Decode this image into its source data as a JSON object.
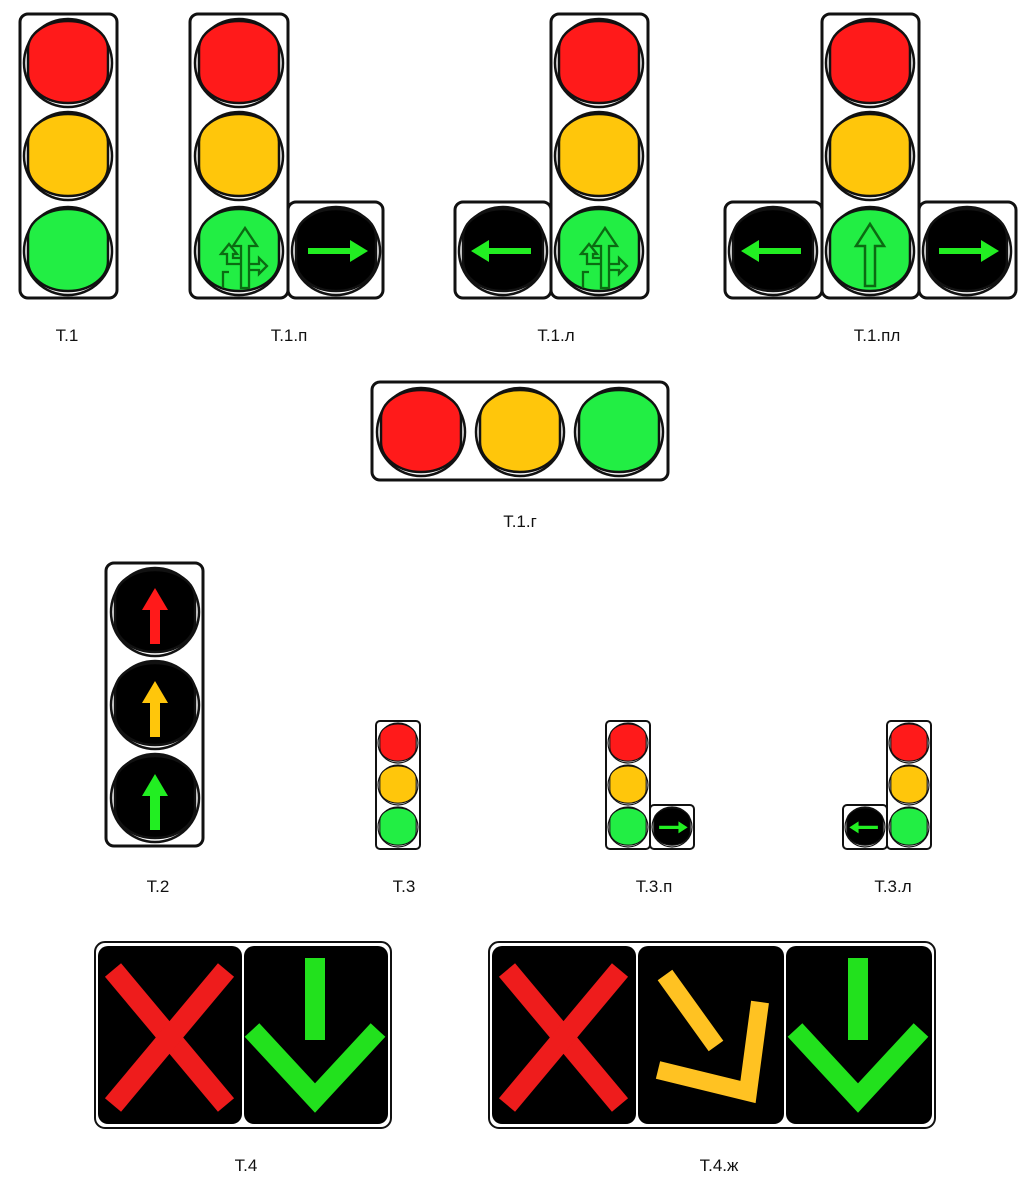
{
  "colors": {
    "red": "#ff1a1a",
    "yellow": "#ffc60b",
    "green": "#22ee44",
    "arrow_green": "#22ee22",
    "unlit": "#000000",
    "housing_outline": "#111111",
    "reversible_panel": "#000000",
    "reversible_red": "#ee1c1c",
    "reversible_yellow": "#ffc222",
    "reversible_green": "#22e11d"
  },
  "signals": [
    {
      "id": "t1",
      "label": "Т.1",
      "lamps": [
        "red round",
        "yellow round",
        "green round"
      ]
    },
    {
      "id": "t1p",
      "label": "Т.1.п",
      "lamps": [
        "red round",
        "yellow round",
        "green straight / left-turn / right-turn arrows"
      ],
      "extra_sections": [
        "right arrow (green on black)"
      ]
    },
    {
      "id": "t1l",
      "label": "Т.1.л",
      "lamps": [
        "red round",
        "yellow round",
        "green straight / left-turn / right-turn arrows"
      ],
      "extra_sections": [
        "left arrow (green on black)"
      ]
    },
    {
      "id": "t1pl",
      "label": "Т.1.пл",
      "lamps": [
        "red round",
        "yellow round",
        "green straight arrow"
      ],
      "extra_sections": [
        "left arrow (green on black)",
        "right arrow (green on black)"
      ]
    },
    {
      "id": "t1g",
      "label": "Т.1.г",
      "orientation": "horizontal",
      "lamps": [
        "red round",
        "yellow round",
        "green round"
      ]
    },
    {
      "id": "t2",
      "label": "Т.2",
      "lamps": [
        "red up arrow",
        "yellow up arrow",
        "green up arrow"
      ]
    },
    {
      "id": "t3",
      "label": "Т.3",
      "lamps": [
        "red round",
        "yellow round",
        "green round"
      ]
    },
    {
      "id": "t3p",
      "label": "Т.3.п",
      "lamps": [
        "red round",
        "yellow round",
        "green round"
      ],
      "extra_sections": [
        "right arrow (green on black)"
      ]
    },
    {
      "id": "t3l",
      "label": "Т.3.л",
      "lamps": [
        "red round",
        "yellow round",
        "green round"
      ],
      "extra_sections": [
        "left arrow (green on black)"
      ]
    },
    {
      "id": "t4",
      "label": "Т.4",
      "type": "reversible",
      "panels": [
        "red X",
        "green down arrow"
      ]
    },
    {
      "id": "t4zh",
      "label": "Т.4.ж",
      "type": "reversible",
      "panels": [
        "red X",
        "yellow diagonal arrow",
        "green down arrow"
      ]
    }
  ]
}
